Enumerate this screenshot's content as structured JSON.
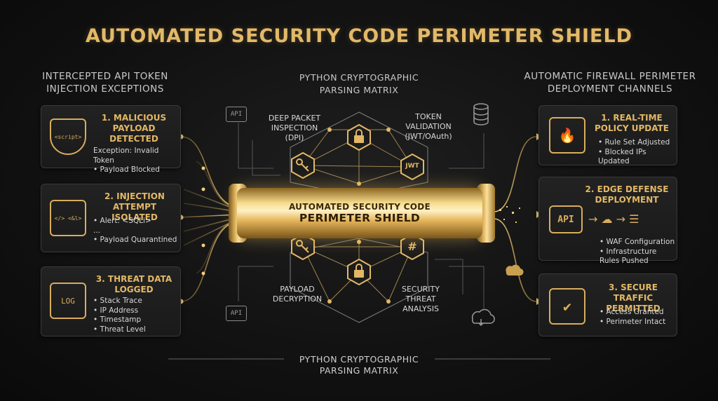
{
  "title": "AUTOMATED SECURITY CODE PERIMETER SHIELD",
  "columns": {
    "left": "INTERCEPTED API TOKEN\nINJECTION EXCEPTIONS",
    "center": "PYTHON CRYPTOGRAPHIC\nPARSING MATRIX",
    "right": "AUTOMATIC FIREWALL PERIMETER\nDEPLOYMENT CHANNELS"
  },
  "left_cards": [
    {
      "title": "1. MALICIOUS\nPAYLOAD\nDETECTED",
      "icon": "shield-script-icon",
      "icon_text": "<script>",
      "items": [
        "Exception: Invalid Token",
        "• Payload Blocked"
      ]
    },
    {
      "title": "2. INJECTION\nATTEMPT ISOLATED",
      "icon": "code-window-hand-icon",
      "icon_text": "</> <&l>",
      "items": [
        "• Alert: <SQLi>",
        "...",
        "• Payload Quarantined"
      ]
    },
    {
      "title": "3. THREAT DATA\nLOGGED",
      "icon": "log-document-icon",
      "icon_text": "LOG",
      "items": [
        "• Stack Trace",
        "• IP Address",
        "• Timestamp",
        "• Threat Level"
      ]
    }
  ],
  "matrix": {
    "labels": {
      "dpi": "DEEP PACKET\nINSPECTION\n(DPI)",
      "token": "TOKEN\nVALIDATION\n(JWT/OAuth)",
      "payload": "PAYLOAD\nDECRYPTION",
      "threat": "SECURITY\nTHREAT\nANALYSIS"
    },
    "node_glyphs": {
      "jwt": "JWT",
      "hash": "#",
      "api": "API"
    }
  },
  "shield": {
    "line1": "AUTOMATED SECURITY CODE",
    "line2": "PERIMETER SHIELD"
  },
  "right_cards": [
    {
      "title": "1. REAL-TIME\nPOLICY UPDATE",
      "icon": "firewall-fire-icon",
      "items": [
        "• Rule Set Adjusted",
        "• Blocked IPs Updated"
      ]
    },
    {
      "title": "2. EDGE DEFENSE\nDEPLOYMENT",
      "icon": "api-cloud-server-icon",
      "icon_text": "API",
      "items": [
        "• WAF Configuration",
        "• Infrastructure Rules Pushed"
      ]
    },
    {
      "title": "3. SECURE TRAFFIC\nPERMITTED",
      "icon": "id-check-icon",
      "items": [
        "• Access Granted",
        "• Perimeter Intact"
      ]
    }
  ],
  "footer": "PYTHON CRYPTOGRAPHIC\nPARSING MATRIX",
  "colors": {
    "gold": "#e2b865",
    "accent_line": "#c9a050",
    "background": "#121212",
    "card": "#1e1e1e"
  }
}
